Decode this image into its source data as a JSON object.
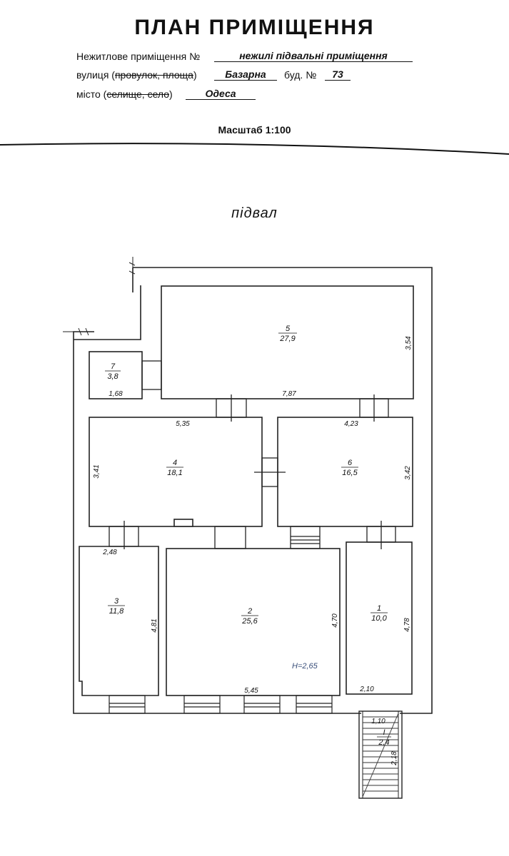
{
  "header": {
    "title": "ПЛАН ПРИМІЩЕННЯ",
    "premise_label": "Нежитлове приміщення №",
    "premise_value": "нежилі підвальні приміщення",
    "street_label_prefix": "вулиця (",
    "street_label_struck": "провулок, площа",
    "street_label_suffix": ")",
    "street_value": "Базарна",
    "building_label": "буд. №",
    "building_value": "73",
    "city_label_prefix": "місто (",
    "city_label_struck": "селище, село",
    "city_label_suffix": ")",
    "city_value": "Одеса",
    "scale": "Масштаб 1:100"
  },
  "floor_label": "підвал",
  "height_note": "H=2,65",
  "rooms": [
    {
      "id": "5",
      "area": "27,9"
    },
    {
      "id": "7",
      "area": "3,8"
    },
    {
      "id": "4",
      "area": "18,1"
    },
    {
      "id": "6",
      "area": "16,5"
    },
    {
      "id": "3",
      "area": "11,8"
    },
    {
      "id": "2",
      "area": "25,6"
    },
    {
      "id": "1",
      "area": "10,0"
    },
    {
      "id": "I",
      "area": "2,4"
    }
  ],
  "dimensions": {
    "r5_width": "7,87",
    "r5_height": "3,54",
    "r7_width": "1,68",
    "r4_width": "5,35",
    "r4_height": "3,41",
    "r6_width": "4,23",
    "r6_height": "3,42",
    "r3_width": "2,48",
    "r3_height": "4,81",
    "r2_width": "5,45",
    "r2_height": "4,70",
    "r1_width": "2,10",
    "r1_height": "4,78",
    "stair_width": "1,10",
    "stair_height": "2,18"
  }
}
